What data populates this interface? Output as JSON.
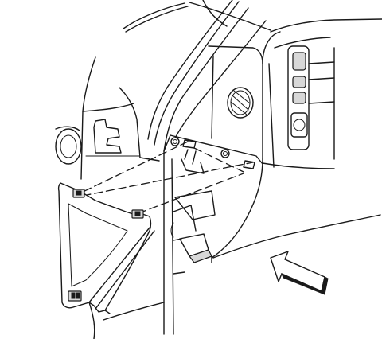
{
  "figure": {
    "kind": "technical-line-illustration",
    "depicts": "instrument-panel-lower-trim-panel-removal",
    "colors": {
      "line": "#1a1a1a",
      "background": "#ffffff",
      "shade": "#d8d8d8"
    },
    "arrow": {
      "direction": "up-left",
      "icon": "direction-arrow-icon"
    }
  }
}
